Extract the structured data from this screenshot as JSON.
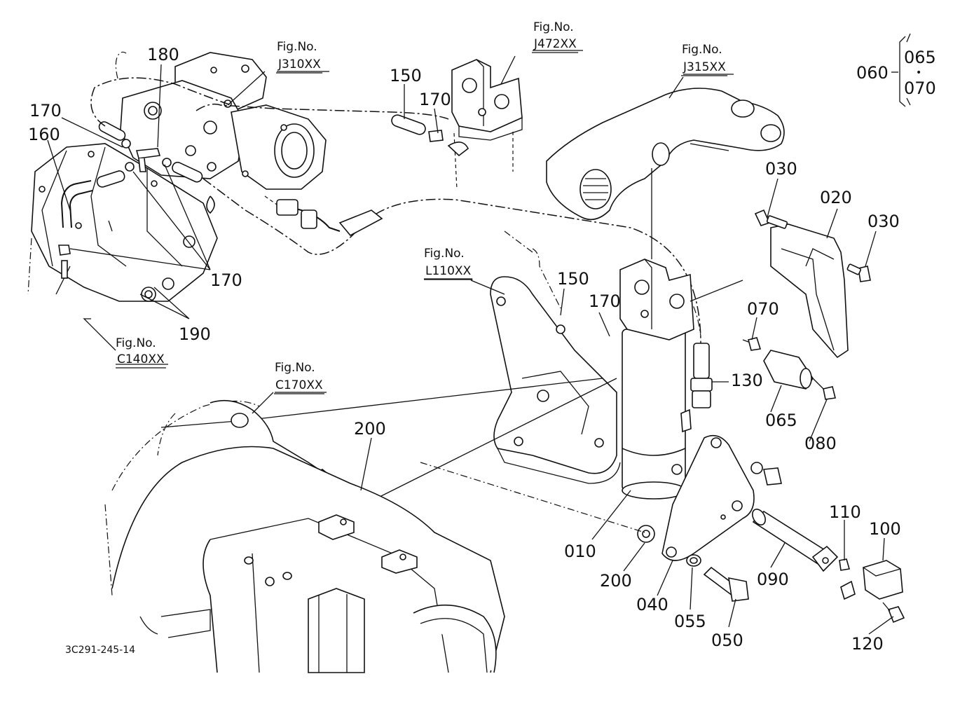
{
  "drawing_code": "3C291-245-14",
  "fig_refs": {
    "j310": {
      "label": "Fig.No.",
      "code": "J310XX"
    },
    "j472": {
      "label": "Fig.No.",
      "code": "J472XX"
    },
    "j315": {
      "label": "Fig.No.",
      "code": "J315XX"
    },
    "l110": {
      "label": "Fig.No.",
      "code": "L110XX"
    },
    "c140": {
      "label": "Fig.No.",
      "code": "C140XX"
    },
    "c170": {
      "label": "Fig.No.",
      "code": "C170XX"
    }
  },
  "set_group": {
    "main": "060",
    "top": "065",
    "dot": "•",
    "bottom": "070"
  },
  "callouts": {
    "p180": "180",
    "p170_a": "170",
    "p160": "160",
    "p170_b": "170",
    "p190": "190",
    "p150_a": "150",
    "p170_c": "170",
    "p150_b": "150",
    "p170_d": "170",
    "p030_a": "030",
    "p020": "020",
    "p030_b": "030",
    "p070": "070",
    "p130": "130",
    "p065": "065",
    "p080": "080",
    "p200_a": "200",
    "p010": "010",
    "p200_b": "200",
    "p040": "040",
    "p055": "055",
    "p050": "050",
    "p090": "090",
    "p110": "110",
    "p100": "100",
    "p120": "120"
  }
}
